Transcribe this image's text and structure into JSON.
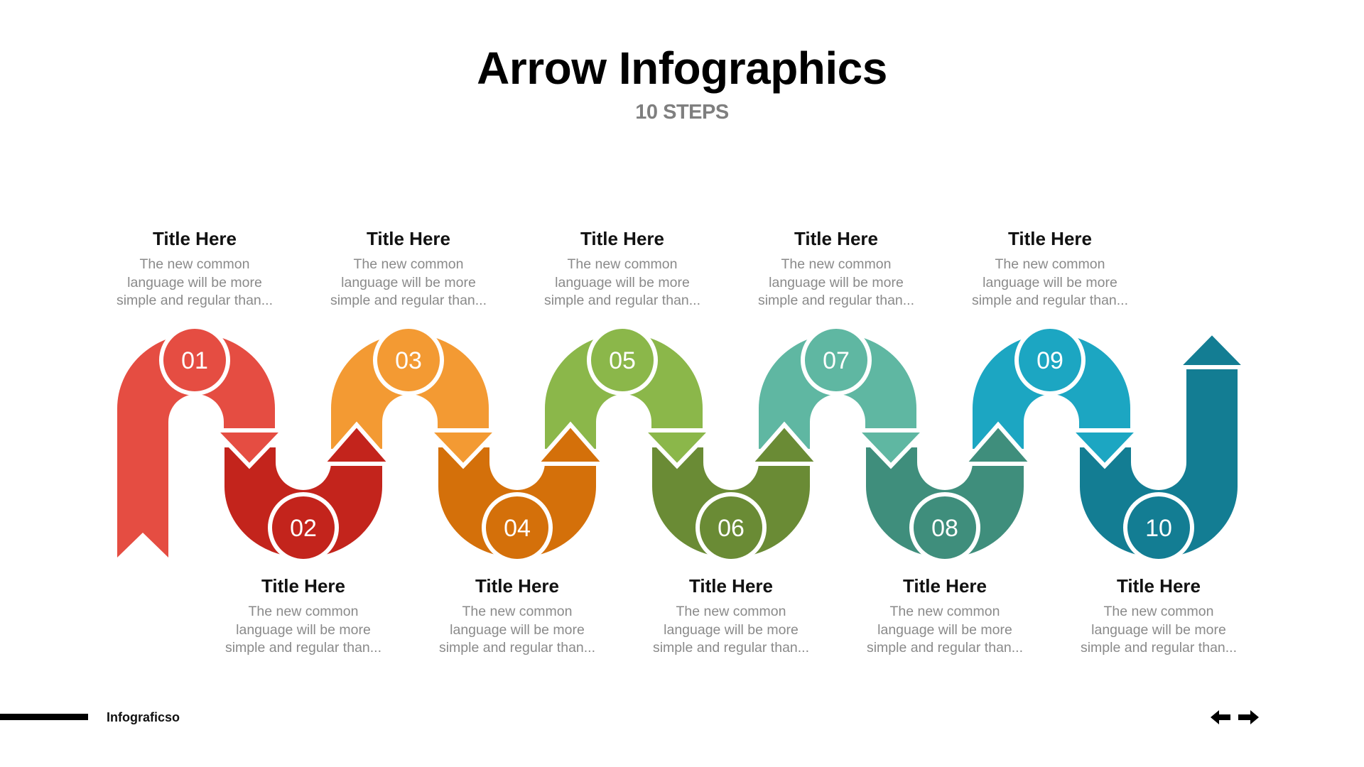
{
  "header": {
    "title": "Arrow Infographics",
    "subtitle": "10 STEPS"
  },
  "steps": [
    {
      "number": "01",
      "title": "Title Here",
      "body": [
        "The new common",
        "language will be more",
        "simple and regular than..."
      ],
      "color": "#E54D42",
      "position": "top"
    },
    {
      "number": "02",
      "title": "Title Here",
      "body": [
        "The new common",
        "language will be more",
        "simple and regular than..."
      ],
      "color": "#C3241C",
      "position": "bottom"
    },
    {
      "number": "03",
      "title": "Title Here",
      "body": [
        "The new common",
        "language will be more",
        "simple and regular than..."
      ],
      "color": "#F39A33",
      "position": "top"
    },
    {
      "number": "04",
      "title": "Title Here",
      "body": [
        "The new common",
        "language will be more",
        "simple and regular than..."
      ],
      "color": "#D4700A",
      "position": "bottom"
    },
    {
      "number": "05",
      "title": "Title Here",
      "body": [
        "The new common",
        "language will be more",
        "simple and regular than..."
      ],
      "color": "#8BB74A",
      "position": "top"
    },
    {
      "number": "06",
      "title": "Title Here",
      "body": [
        "The new common",
        "language will be more",
        "simple and regular than..."
      ],
      "color": "#6A8B35",
      "position": "bottom"
    },
    {
      "number": "07",
      "title": "Title Here",
      "body": [
        "The new common",
        "language will be more",
        "simple and regular than..."
      ],
      "color": "#5FB7A2",
      "position": "top"
    },
    {
      "number": "08",
      "title": "Title Here",
      "body": [
        "The new common",
        "language will be more",
        "simple and regular than..."
      ],
      "color": "#3F8E7C",
      "position": "bottom"
    },
    {
      "number": "09",
      "title": "Title Here",
      "body": [
        "The new common",
        "language will be more",
        "simple and regular than..."
      ],
      "color": "#1CA6C2",
      "position": "top"
    },
    {
      "number": "10",
      "title": "Title Here",
      "body": [
        "The new common",
        "language will be more",
        "simple and regular than..."
      ],
      "color": "#137D93",
      "position": "bottom"
    }
  ],
  "footer": {
    "brand": "Infograficso",
    "prev_icon": "arrow-left-icon",
    "next_icon": "arrow-right-icon"
  }
}
